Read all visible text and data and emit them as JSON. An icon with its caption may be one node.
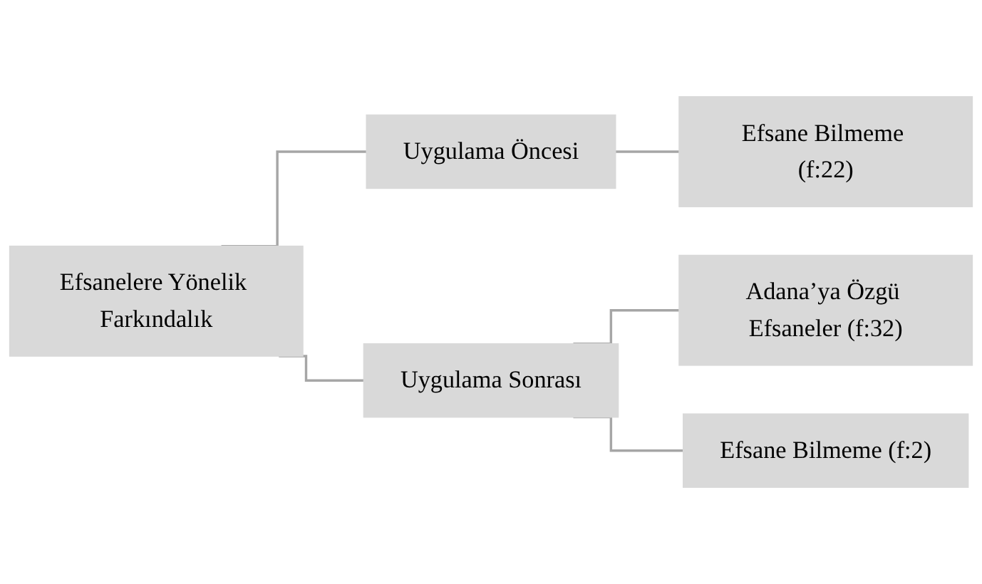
{
  "diagram": {
    "nodes": [
      {
        "text": [
          "Efsanelere Yönelik Farkındalık"
        ]
      },
      {
        "text": [
          "Uygulama Öncesi"
        ]
      },
      {
        "text": [
          "Efsane Bilmeme (f:22)"
        ]
      },
      {
        "text": [
          "Uygulama Sonrası"
        ]
      },
      {
        "text": [
          "Adana’ya Özgü Efsaneler (f:32)"
        ]
      },
      {
        "text": [
          "Efsane Bilmeme (f:2)"
        ]
      }
    ],
    "edges": [
      {
        "from": 0,
        "to": 1,
        "arrow": "none"
      },
      {
        "from": 0,
        "to": 3,
        "arrow": "none"
      },
      {
        "from": 1,
        "to": 2,
        "arrow": "none"
      },
      {
        "from": 3,
        "to": 4,
        "arrow": "none"
      },
      {
        "from": 3,
        "to": 5,
        "arrow": "none"
      }
    ]
  }
}
